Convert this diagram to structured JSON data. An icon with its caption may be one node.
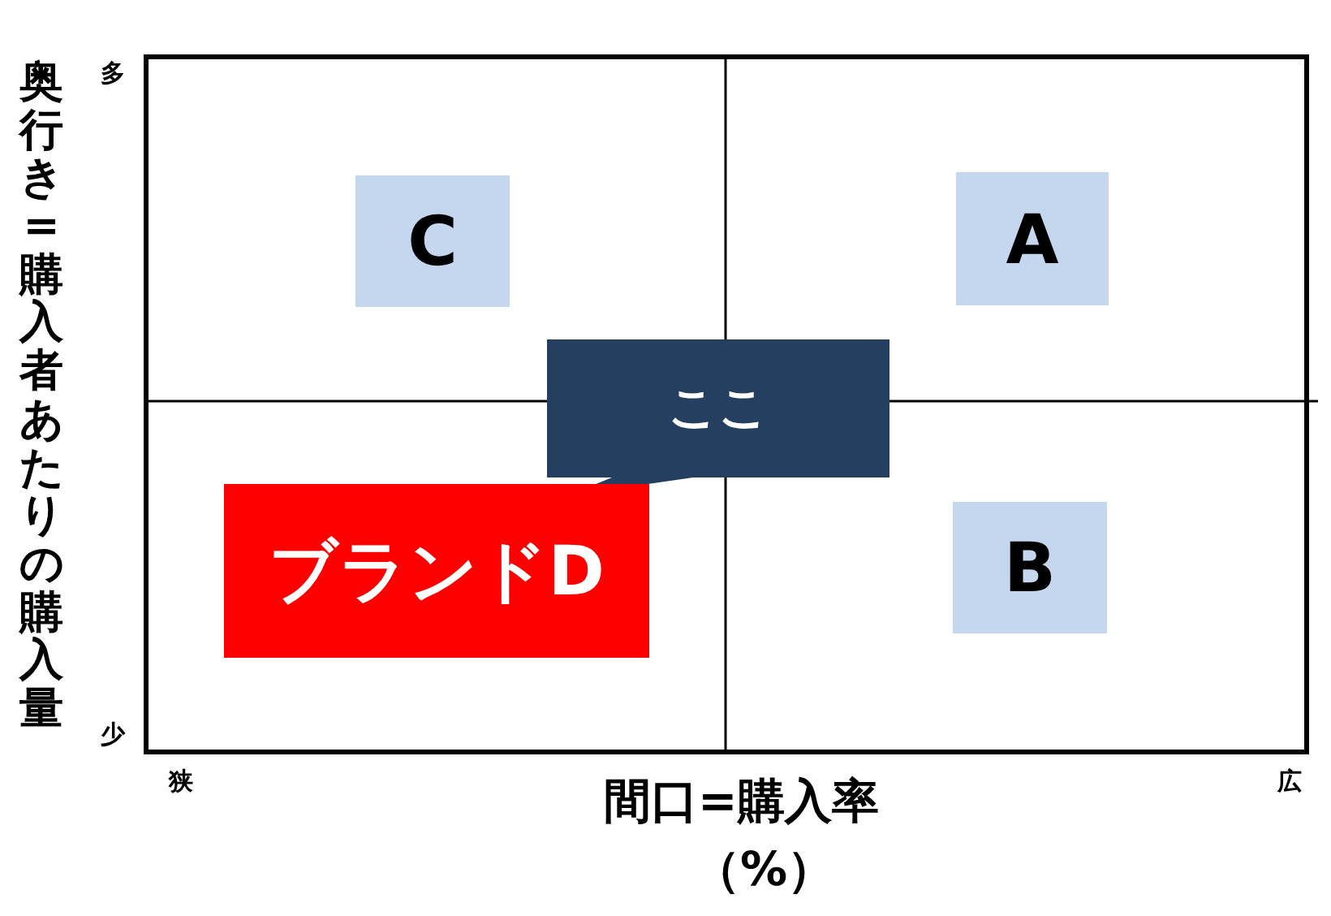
{
  "diagram": {
    "nodes": [
      {
        "text": [
          "C"
        ]
      },
      {
        "text": [
          "A"
        ]
      },
      {
        "text": [
          "ここ"
        ]
      },
      {
        "text": [
          "ブランドD"
        ]
      },
      {
        "text": [
          "B"
        ]
      }
    ],
    "labels": [
      "多",
      "奥行き=購入者あたりの購入量",
      "少",
      "狭",
      "間口=購入率",
      "（%）",
      "広"
    ]
  }
}
